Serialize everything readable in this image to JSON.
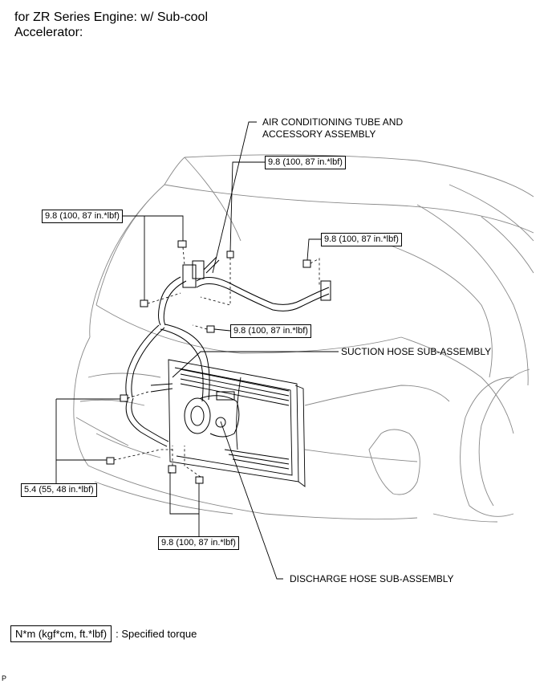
{
  "header": {
    "line1": "for ZR Series Engine: w/ Sub-cool",
    "line2": "Accelerator:"
  },
  "parts": {
    "ac_tube_line1": "AIR CONDITIONING TUBE AND",
    "ac_tube_line2": "ACCESSORY ASSEMBLY",
    "suction_hose": "SUCTION HOSE SUB-ASSEMBLY",
    "discharge_hose": "DISCHARGE HOSE SUB-ASSEMBLY"
  },
  "torques": {
    "t1": "9.8 (100, 87 in.*lbf)",
    "t2": "9.8 (100, 87 in.*lbf)",
    "t3": "9.8 (100, 87 in.*lbf)",
    "t4": "9.8 (100, 87 in.*lbf)",
    "t5": "5.4 (55, 48 in.*lbf)",
    "t6": "9.8 (100, 87 in.*lbf)"
  },
  "legend": {
    "unit": "N*m (kgf*cm, ft.*lbf)",
    "description": ": Specified torque"
  },
  "footer_mark": "P"
}
